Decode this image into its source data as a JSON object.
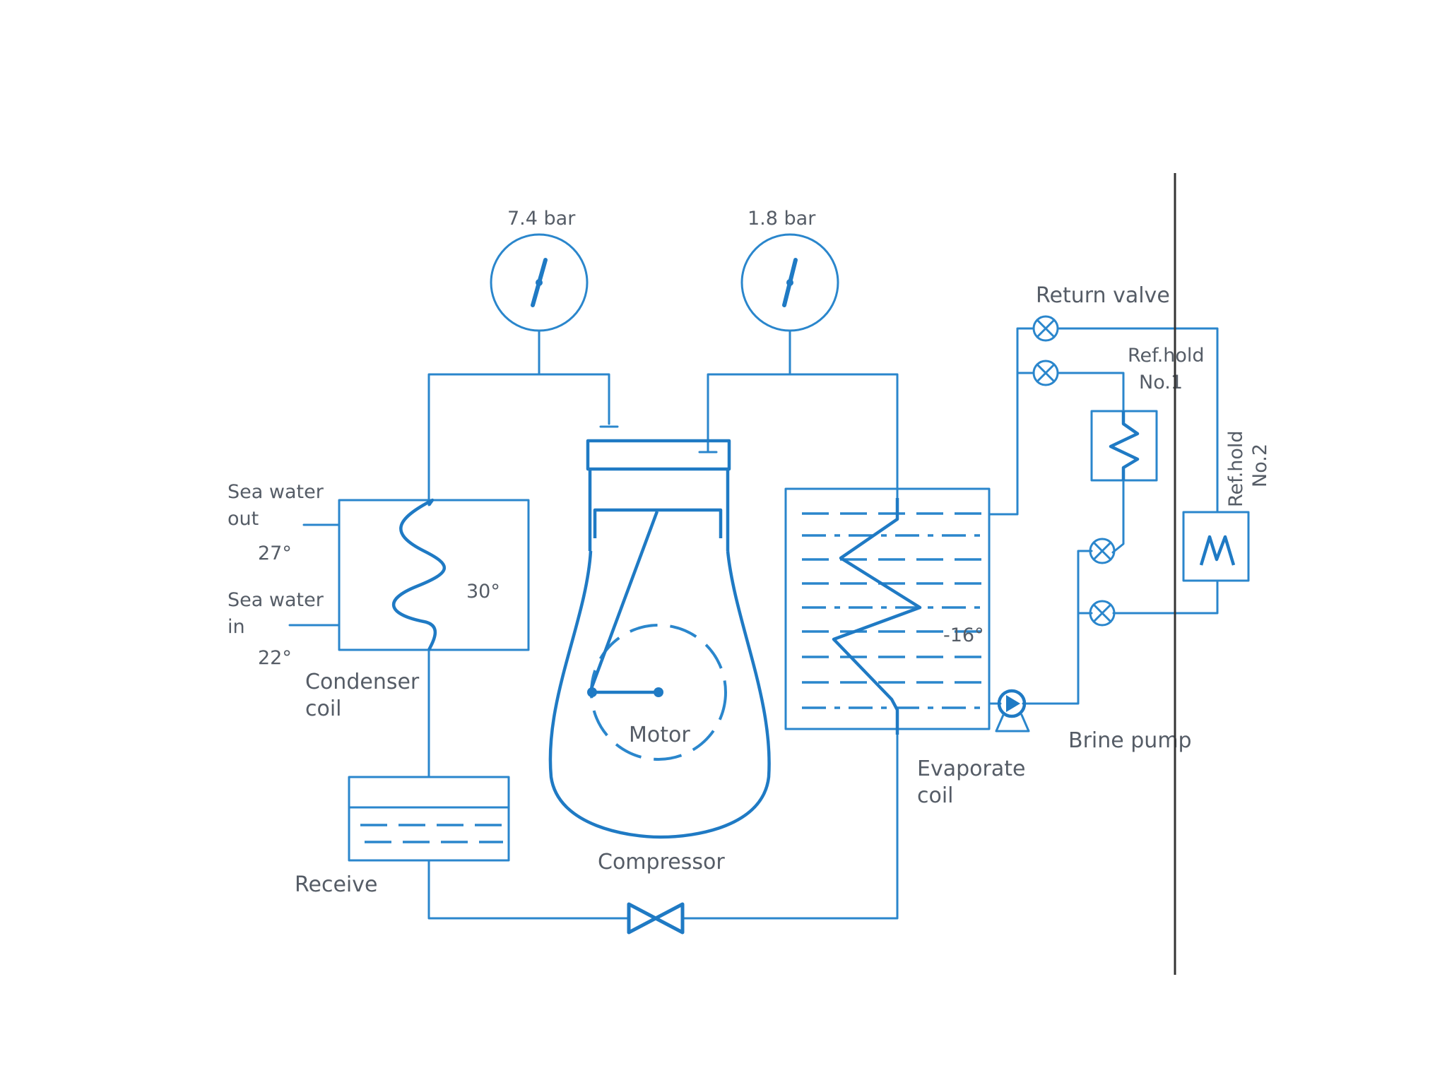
{
  "diagram": {
    "gauges": {
      "high_pressure": "7.4 bar",
      "low_pressure": "1.8 bar"
    },
    "condenser": {
      "sea_water_out_line1": "Sea water",
      "sea_water_out_line2": "out",
      "sea_water_out_temp": "27°",
      "sea_water_in_line1": "Sea water",
      "sea_water_in_line2": "in",
      "sea_water_in_temp": "22°",
      "coil_temp": "30°",
      "label_line1": "Condenser",
      "label_line2": "coil"
    },
    "receiver_label": "Receive",
    "compressor": {
      "label": "Compressor",
      "motor_label": "Motor"
    },
    "evaporator": {
      "temp": "-16°",
      "label_line1": "Evaporate",
      "label_line2": "coil"
    },
    "brine_pump_label": "Brine pump",
    "return_valve_label": "Return valve",
    "hold1": {
      "line1": "Ref.hold",
      "line2": "No.1"
    },
    "hold2": {
      "line1": "Ref.hold",
      "line2": "No.2"
    },
    "colors": {
      "line": "#2a86cc",
      "text": "#555c66",
      "bulkhead": "#333333"
    }
  }
}
